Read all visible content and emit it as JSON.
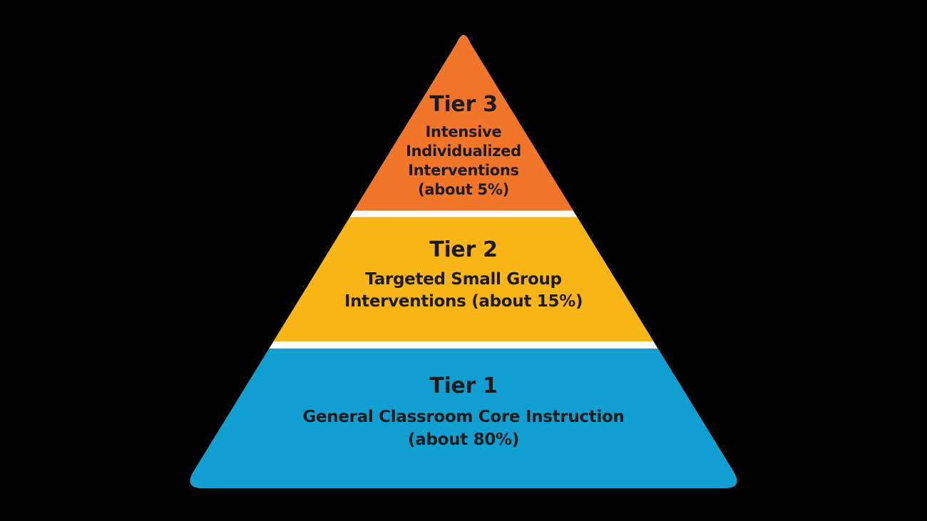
{
  "canvas": {
    "background": "#000000"
  },
  "diagram": {
    "type": "three-tier-pyramid",
    "separator_color": "#FFFFFF",
    "text_color": "#1C1B1A",
    "tiers": [
      {
        "title": "Tier 3",
        "lines": [
          "Intensive",
          "Individualized",
          "Interventions",
          "(about 5%)"
        ],
        "color": "#F27629"
      },
      {
        "title": "Tier 2",
        "lines": [
          "Targeted Small Group",
          "Interventions (about 15%)"
        ],
        "color": "#FAB617"
      },
      {
        "title": "Tier 1",
        "lines": [
          "General Classroom Core Instruction",
          "(about 80%)"
        ],
        "color": "#119FD2"
      }
    ]
  },
  "chart_data": {
    "type": "pyramid",
    "categories": [
      "Tier 3",
      "Tier 2",
      "Tier 1"
    ],
    "values": [
      5,
      15,
      80
    ],
    "labels": [
      "Intensive Individualized Interventions (about 5%)",
      "Targeted Small Group Interventions (about 15%)",
      "General Classroom Core Instruction (about 80%)"
    ],
    "title": "",
    "orientation": "top-smallest"
  }
}
